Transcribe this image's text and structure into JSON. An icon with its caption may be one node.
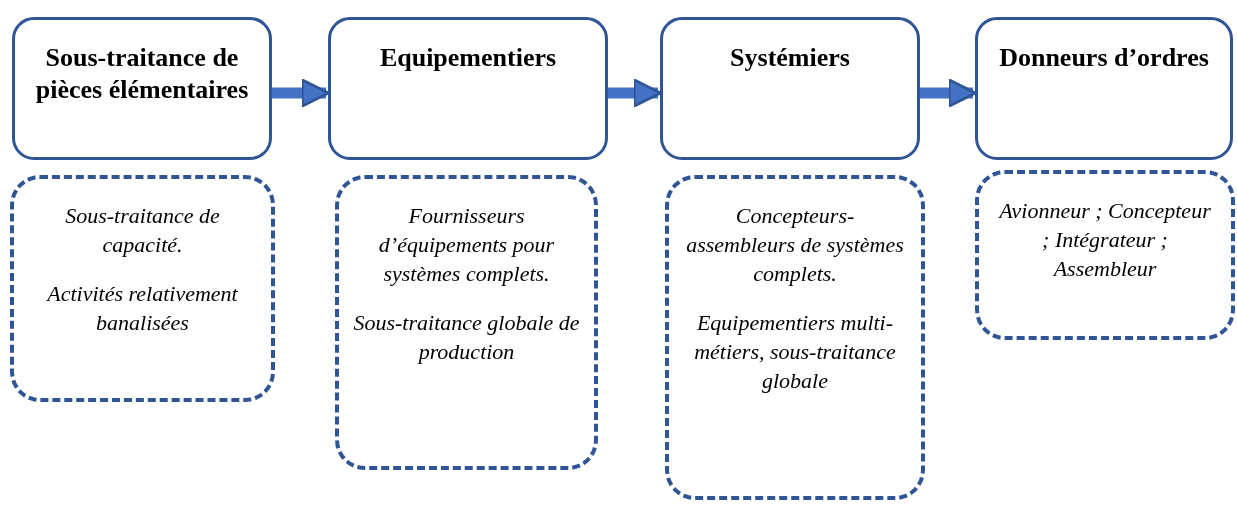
{
  "diagram": {
    "nodes": [
      {
        "text": [
          "Sous-traitance de pièces élémentaires"
        ]
      },
      {
        "text": [
          "Equipementiers"
        ]
      },
      {
        "text": [
          "Systémiers"
        ]
      },
      {
        "text": [
          "Donneurs d’ordres"
        ]
      },
      {
        "text": [
          "Sous-traitance de capacité.",
          "Activités relativement banalisées"
        ]
      },
      {
        "text": [
          "Fournisseurs d’équipements pour systèmes complets.",
          "Sous-traitance globale de production"
        ]
      },
      {
        "text": [
          "Concepteurs-assembleurs de systèmes complets.",
          "Equipementiers multi-métiers, sous-traitance globale"
        ]
      },
      {
        "text": [
          "Avionneur ; Concepteur ; Intégrateur ; Assembleur"
        ]
      }
    ],
    "edges": [
      {
        "from": 0,
        "to": 1,
        "arrow": "to"
      },
      {
        "from": 1,
        "to": 2,
        "arrow": "to"
      },
      {
        "from": 2,
        "to": 3,
        "arrow": "to"
      }
    ]
  }
}
